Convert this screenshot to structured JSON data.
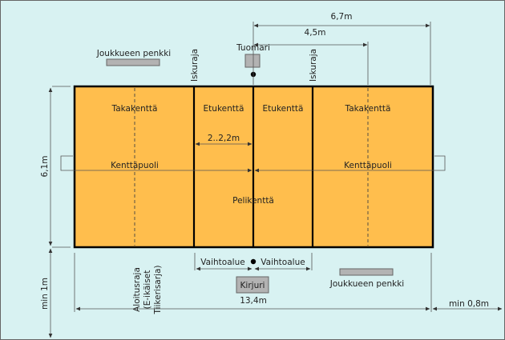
{
  "labels": {
    "back_court": "Takakenttä",
    "front_court": "Etukenttä",
    "court_half": "Kenttäpuoli",
    "playing_court": "Pelikenttä",
    "attack_line": "Iskuraja",
    "referee": "Tuomari",
    "scorer": "Kirjuri",
    "team_bench": "Joukkueen penkki",
    "substitution_zone": "Vaihtoalue",
    "service_line": [
      "Aloitusraja",
      "(E-ikäiset",
      "Tiikerisarja)"
    ]
  },
  "dimensions": {
    "total_length": "13,4m",
    "width": "6,1m",
    "half_length": "6,7m",
    "service_distance": "4,5m",
    "front_zone": "2..2,2m",
    "side_clearance": "min 1m",
    "end_clearance": "min 0,8m"
  },
  "colors": {
    "background": "#d8f2f2",
    "court": "#ffbe4d"
  }
}
